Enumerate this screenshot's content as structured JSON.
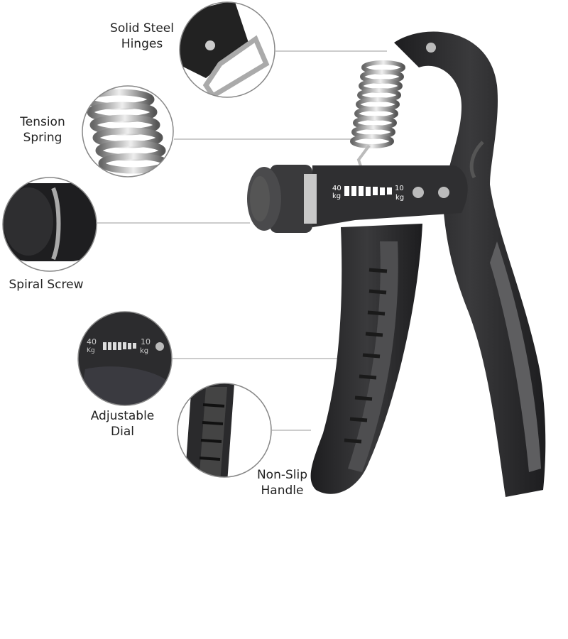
{
  "callouts": [
    {
      "line1": "Solid Steel",
      "line2": "Hinges"
    },
    {
      "line1": "Tension",
      "line2": "Spring"
    },
    {
      "line1": "Spiral Screw",
      "line2": ""
    },
    {
      "line1": "Adjustable",
      "line2": "Dial"
    },
    {
      "line1": "Non-Slip",
      "line2": "Handle"
    }
  ],
  "dial": {
    "max_value": "40",
    "max_unit": "kg",
    "min_value": "10",
    "min_unit": "kg",
    "inset_max_unit": "Kg"
  },
  "colors": {
    "body": "#2b2b2d",
    "grip": "#5a5a5c",
    "steel": "#b8b8b8",
    "line": "#999999"
  }
}
